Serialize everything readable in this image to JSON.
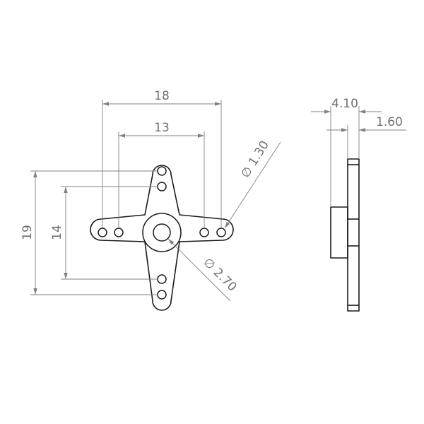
{
  "dimensions": {
    "overall_width": "18",
    "hole_spacing_horizontal": "13",
    "overall_height": "19",
    "hole_spacing_vertical": "14",
    "outer_hole_diameter": "∅ 1.30",
    "center_hole_diameter": "∅ 2.70",
    "side_total_thickness": "4.10",
    "side_plate_thickness": "1.60"
  }
}
